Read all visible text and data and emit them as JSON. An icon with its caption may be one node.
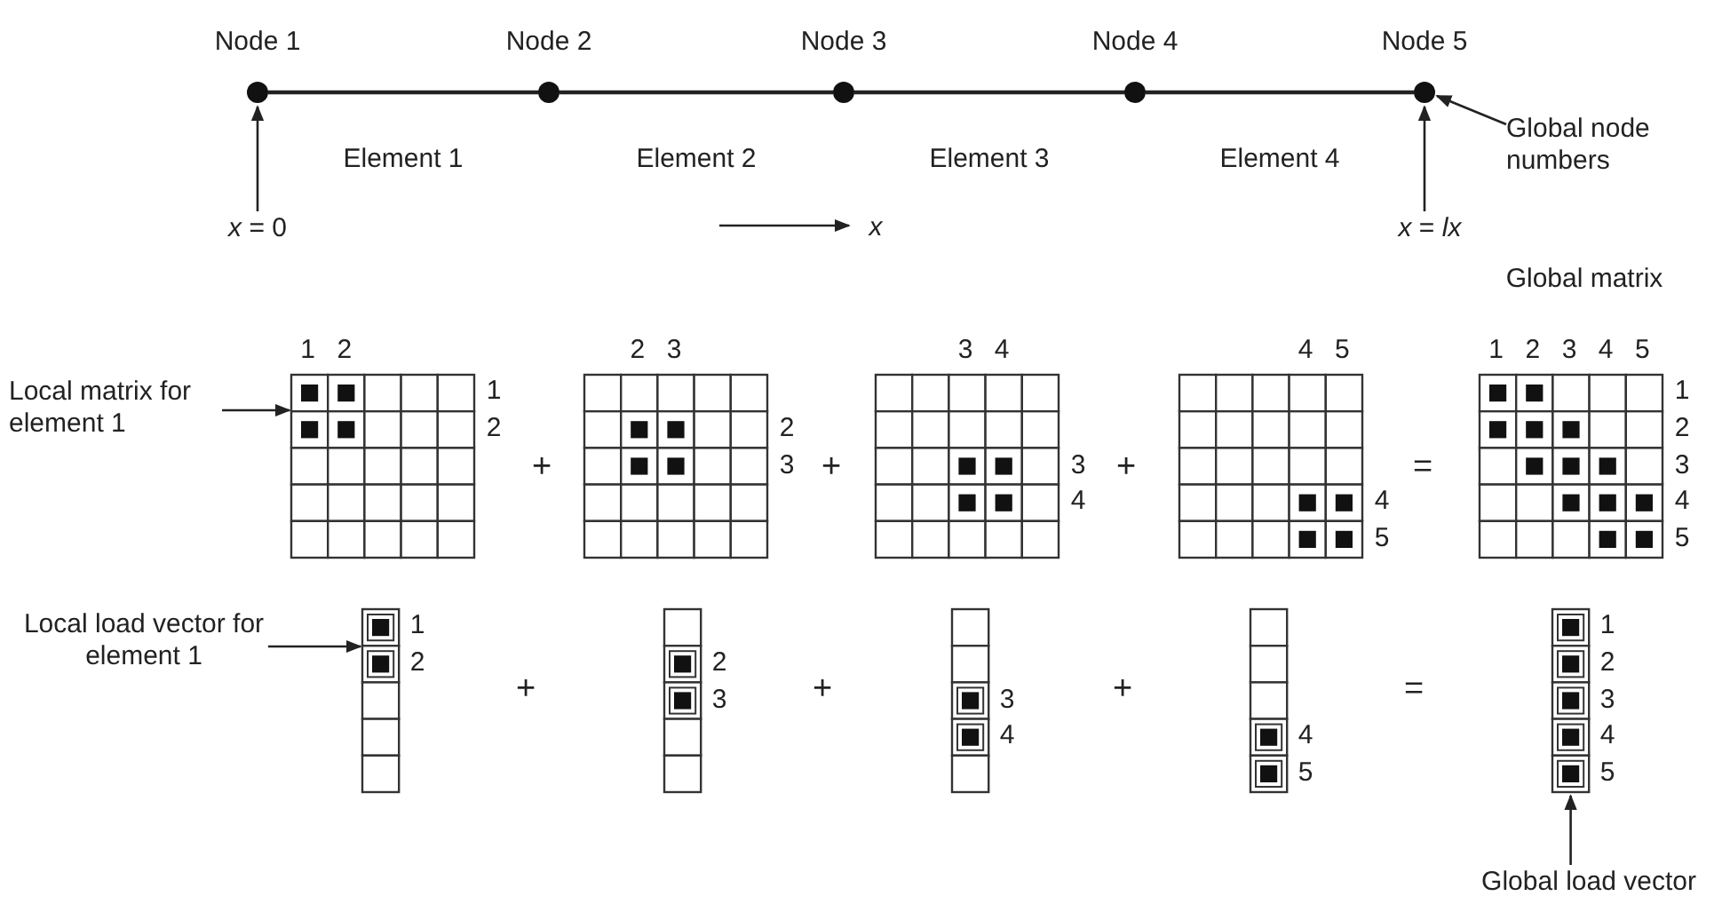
{
  "diagram": {
    "nodes": [
      {
        "text": [
          "Node 1"
        ]
      },
      {
        "text": [
          "Node 2"
        ]
      },
      {
        "text": [
          "Node 3"
        ]
      },
      {
        "text": [
          "Node 4"
        ]
      },
      {
        "text": [
          "Node 5"
        ]
      },
      {
        "text": [
          "Global node numbers"
        ]
      },
      {
        "text": [
          "*x* = 0"
        ]
      },
      {
        "text": [
          "*x* = *lx*"
        ]
      },
      {
        "text": [
          "Local matrix for element 1"
        ]
      },
      {
        "text": [],
        "shape": "grid"
      },
      {
        "text": [],
        "shape": "grid"
      },
      {
        "text": [],
        "shape": "grid"
      },
      {
        "text": [],
        "shape": "grid"
      },
      {
        "text": [],
        "shape": "grid"
      },
      {
        "text": [
          "Local load vector for element 1"
        ]
      },
      {
        "text": [],
        "shape": "grid"
      },
      {
        "text": [],
        "shape": "grid"
      },
      {
        "text": [],
        "shape": "grid"
      },
      {
        "text": [],
        "shape": "grid"
      },
      {
        "text": [],
        "shape": "grid"
      },
      {
        "text": [
          "Global load vector"
        ]
      }
    ],
    "edges": [
      {
        "from": 0,
        "to": 1,
        "arrow": "none",
        "label": "Element 1"
      },
      {
        "from": 1,
        "to": 2,
        "arrow": "none",
        "label": "Element 2"
      },
      {
        "from": 2,
        "to": 3,
        "arrow": "none",
        "label": "Element 3"
      },
      {
        "from": 3,
        "to": 4,
        "arrow": "none",
        "label": "Element 4"
      },
      {
        "from": 5,
        "to": 4,
        "arrow": "to"
      },
      {
        "from": 6,
        "to": 0,
        "arrow": "to"
      },
      {
        "from": 7,
        "to": 4,
        "arrow": "to"
      },
      {
        "from": 8,
        "to": 9,
        "arrow": "to"
      },
      {
        "from": 14,
        "to": 15,
        "arrow": "to"
      },
      {
        "from": 20,
        "to": 19,
        "arrow": "to"
      }
    ],
    "labels": [
      "x",
      "Global matrix",
      "1",
      "2",
      "1",
      "2",
      "+",
      "2",
      "3",
      "2",
      "3",
      "+",
      "3",
      "4",
      "3",
      "4",
      "+",
      "4",
      "5",
      "4",
      "5",
      "=",
      "1",
      "2",
      "3",
      "4",
      "5",
      "1",
      "2",
      "3",
      "4",
      "5",
      "1",
      "2",
      "+",
      "2",
      "3",
      "+",
      "3",
      "4",
      "+",
      "4",
      "5",
      "=",
      "1",
      "2",
      "3",
      "4",
      "5"
    ]
  }
}
